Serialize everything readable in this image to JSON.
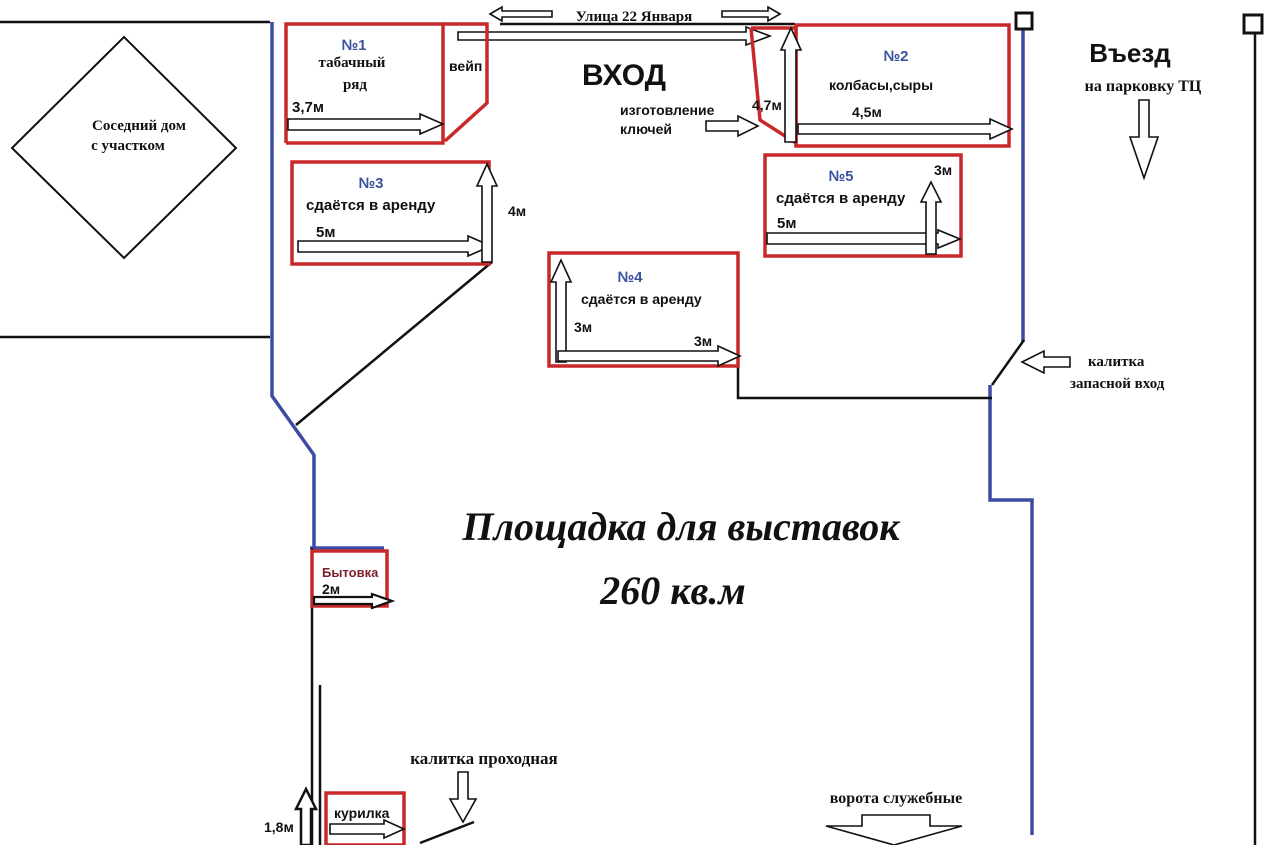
{
  "street_label": "Улица 22 Января",
  "entrance_label": "ВХОД",
  "entry_label": "Въезд",
  "parking_label": "на парковку ТЦ",
  "neighbor": {
    "line1": "Соседний дом",
    "line2": "с  участком"
  },
  "kiosks": [
    {
      "number": "№1",
      "line1": "табачный",
      "line2": "ряд",
      "dim": "3,7м"
    },
    {
      "number": "№2",
      "line1": "колбасы,сыры",
      "dim_w": "4,5м",
      "dim_h": "4,7м"
    },
    {
      "number": "№3",
      "line1": "сдаётся в аренду",
      "dim_w": "5м",
      "dim_h": "4м"
    },
    {
      "number": "№4",
      "line1": "сдаётся в аренду",
      "dim_w": "3м",
      "dim_h": "3м"
    },
    {
      "number": "№5",
      "line1": "сдаётся в аренду",
      "dim_w": "5м",
      "dim_h": "3м"
    }
  ],
  "vape_label": "вейп",
  "keys_label": {
    "line1": "изготовление",
    "line2": "ключей"
  },
  "gate_side": {
    "line1": "калитка",
    "line2": "запасной вход"
  },
  "exhibition": {
    "line1": "Площадка для  выставок",
    "line2": "260 кв.м"
  },
  "cabin": {
    "label": "Бытовка",
    "dim": "2м"
  },
  "gate_walk_label": "калитка проходная",
  "smoking": {
    "label": "курилка",
    "dim": "1,8м"
  },
  "service_gate_label": "ворота служебные",
  "colors": {
    "wall_blue": "#3d4aa3",
    "kiosk_red": "#c8282a",
    "number_blue": "#3a52a0",
    "cabin_text": "#7a1f2a"
  }
}
